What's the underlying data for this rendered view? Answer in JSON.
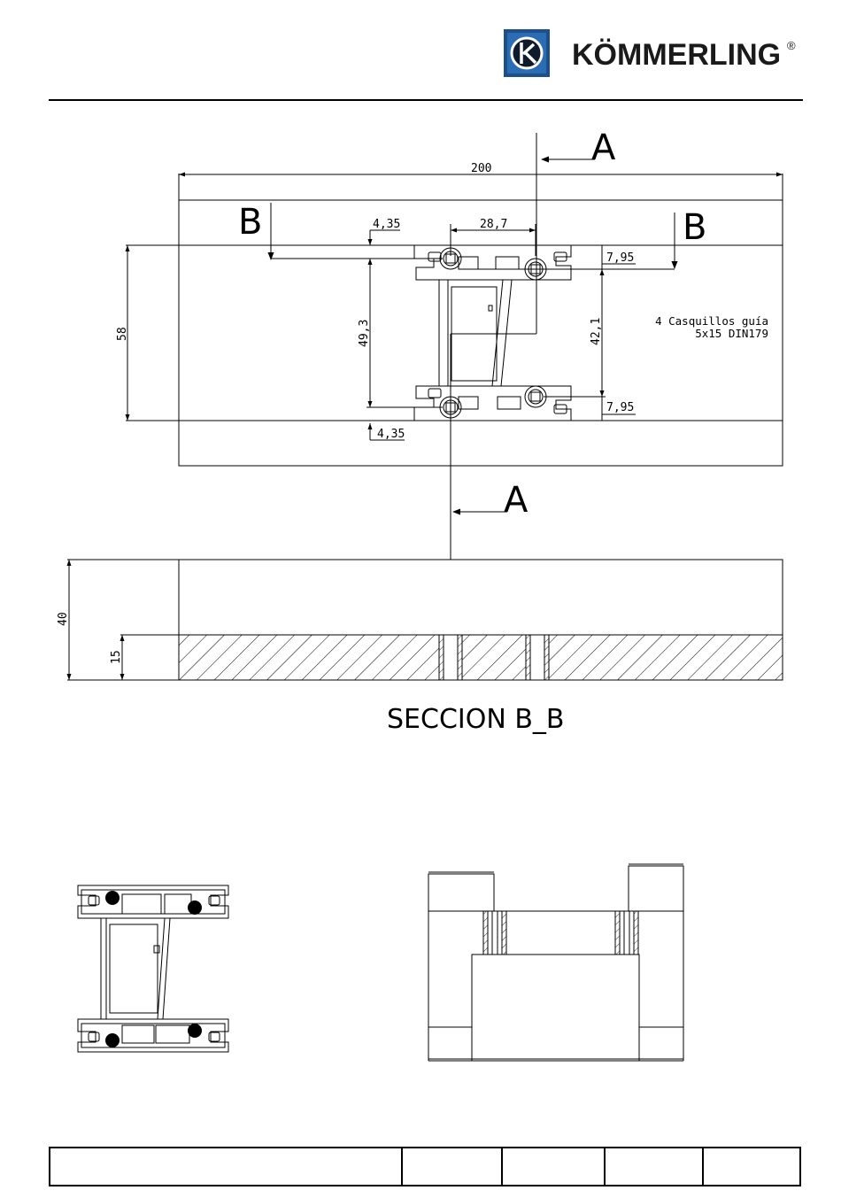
{
  "header": {
    "brand": "KÖMMERLING",
    "registered": "®"
  },
  "section_markers": {
    "a_top": "A",
    "a_bottom": "A",
    "b_left": "B",
    "b_right": "B"
  },
  "dimensions": {
    "overall_width": "200",
    "height_58": "58",
    "offset_top": "4,35",
    "offset_bottom": "4,35",
    "hole_spacing_x": "28,7",
    "hole_spacing_y": "49,3",
    "inner_height": "42,1",
    "edge_top": "7,95",
    "edge_bottom": "7,95",
    "block_height": "40",
    "hatch_height": "15"
  },
  "note": {
    "line1": "4 Casquillos guía",
    "line2": "5x15 DIN179"
  },
  "section_title": "SECCION B_B",
  "colors": {
    "line": "#000000",
    "logo_bg": "#1d4f8a",
    "logo_dark": "#0f1a2a"
  }
}
